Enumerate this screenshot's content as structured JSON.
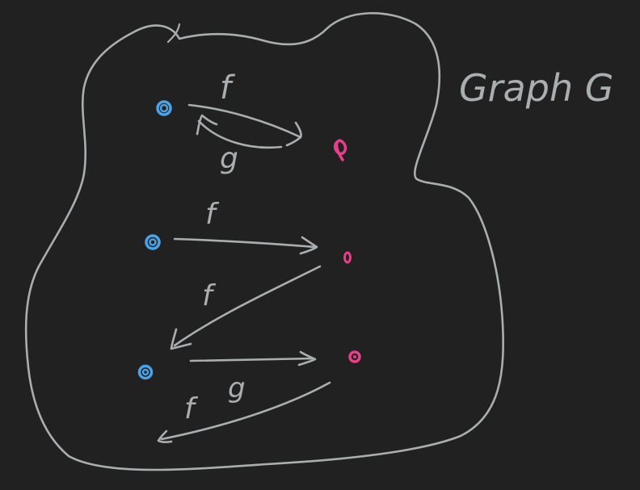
{
  "title": "Graph G",
  "colors": {
    "background": "#222121",
    "outline": "#a9aeb0",
    "domain_node": "#4aa3e6",
    "codomain_node": "#e83e8c"
  },
  "edge_labels": {
    "top_forward": "f",
    "top_back": "g",
    "middle_forward": "f",
    "diagonal": "f",
    "bottom_forward": "g",
    "bottom_back": "f"
  }
}
